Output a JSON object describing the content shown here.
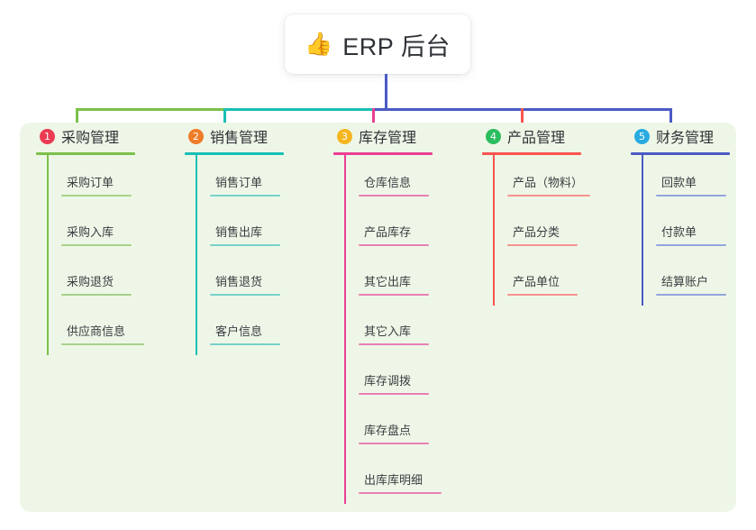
{
  "diagram": {
    "type": "mindmap-tree",
    "root": {
      "icon": "thumbs-up-emoji",
      "emoji": "👍",
      "title": "ERP 后台"
    },
    "panel_color": "#eef7e7",
    "trunk_color": "#4a5bc4",
    "branches": [
      {
        "number": "1",
        "title": "采购管理",
        "badge_color": "#ec3b52",
        "line_color": "#7cc04a",
        "leaf_line_color": "#a9d18a",
        "items": [
          {
            "label": "采购订单"
          },
          {
            "label": "采购入库"
          },
          {
            "label": "采购退货"
          },
          {
            "label": "供应商信息"
          }
        ]
      },
      {
        "number": "2",
        "title": "销售管理",
        "badge_color": "#f07c28",
        "line_color": "#18bfb4",
        "leaf_line_color": "#76d2cc",
        "items": [
          {
            "label": "销售订单"
          },
          {
            "label": "销售出库"
          },
          {
            "label": "销售退货"
          },
          {
            "label": "客户信息"
          }
        ]
      },
      {
        "number": "3",
        "title": "库存管理",
        "badge_color": "#f5b51f",
        "line_color": "#ea3f94",
        "leaf_line_color": "#e87fb4",
        "items": [
          {
            "label": "仓库信息"
          },
          {
            "label": "产品库存"
          },
          {
            "label": "其它出库"
          },
          {
            "label": "其它入库"
          },
          {
            "label": "库存调拨"
          },
          {
            "label": "库存盘点"
          },
          {
            "label": "出库库明细"
          }
        ]
      },
      {
        "number": "4",
        "title": "产品管理",
        "badge_color": "#2bbd5e",
        "line_color": "#f9554f",
        "leaf_line_color": "#f7938f",
        "items": [
          {
            "label": "产品（物料）"
          },
          {
            "label": "产品分类"
          },
          {
            "label": "产品单位"
          }
        ]
      },
      {
        "number": "5",
        "title": "财务管理",
        "badge_color": "#29abe2",
        "line_color": "#4a5bc4",
        "leaf_line_color": "#94a4dd",
        "items": [
          {
            "label": "回款单"
          },
          {
            "label": "付款单"
          },
          {
            "label": "结算账户"
          }
        ]
      }
    ]
  }
}
